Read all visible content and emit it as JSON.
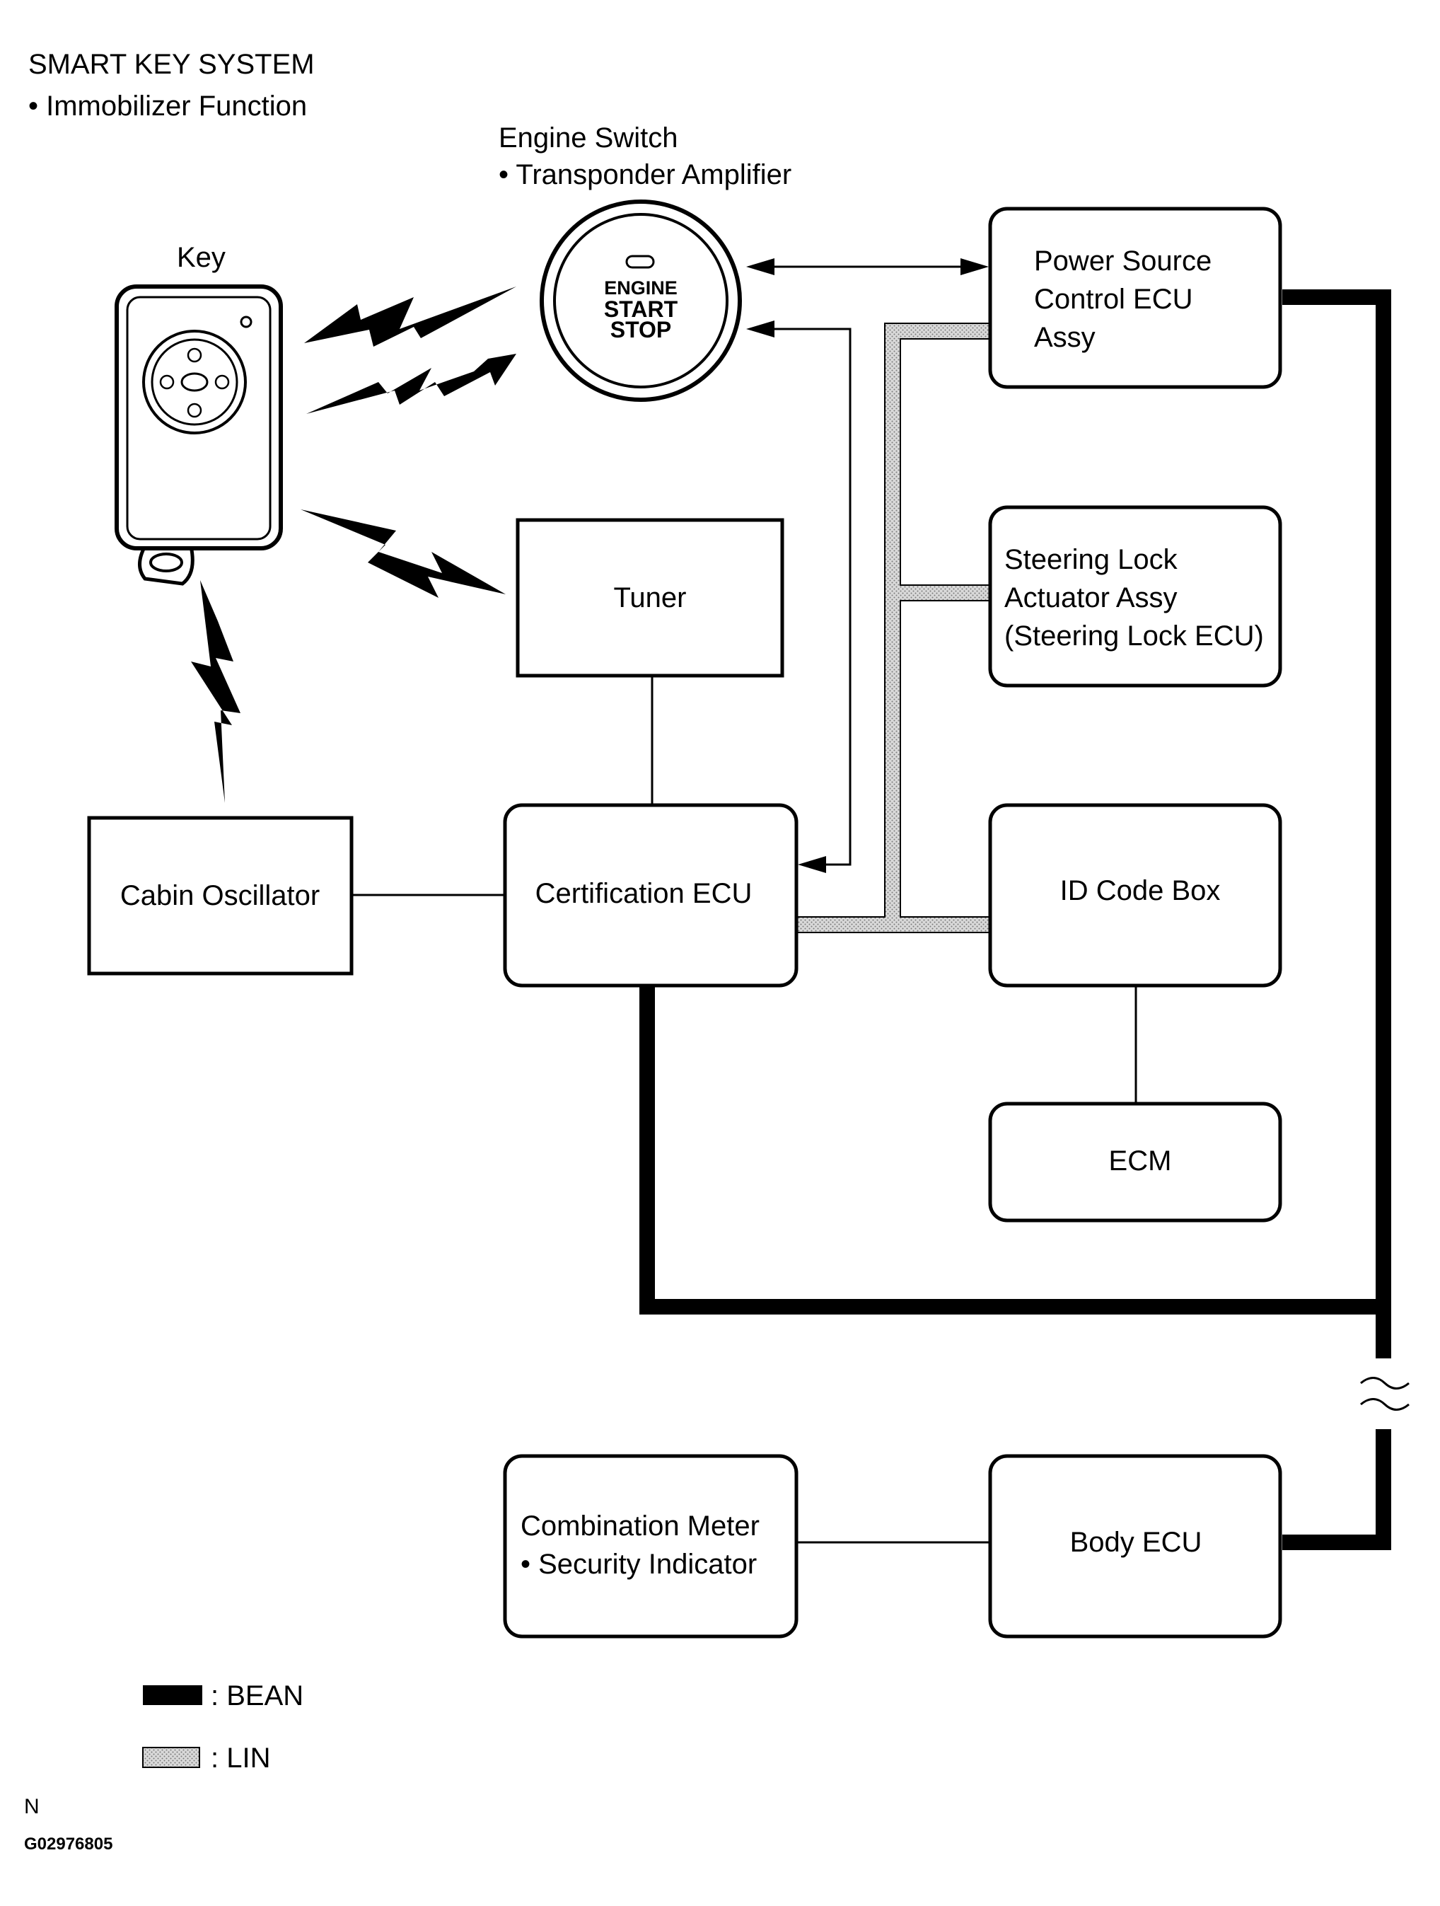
{
  "title": "SMART KEY SYSTEM",
  "subtitle": "• Immobilizer Function",
  "engine_switch": {
    "title": "Engine Switch",
    "subtitle": "• Transponder Amplifier",
    "button_lines": [
      "ENGINE",
      "START",
      "STOP"
    ]
  },
  "key": {
    "label": "Key"
  },
  "boxes": {
    "power_source": [
      "Power Source",
      "Control ECU",
      "Assy"
    ],
    "steering_lock": [
      "Steering Lock",
      "Actuator Assy",
      "(Steering Lock ECU)"
    ],
    "tuner": [
      "Tuner"
    ],
    "cabin_oscillator": [
      "Cabin Oscillator"
    ],
    "certification_ecu": [
      "Certification ECU"
    ],
    "id_code_box": [
      "ID Code Box"
    ],
    "ecm": [
      "ECM"
    ],
    "combination_meter": [
      "Combination Meter",
      "• Security Indicator"
    ],
    "body_ecu": [
      "Body ECU"
    ]
  },
  "legend": {
    "bean": ": BEAN",
    "lin": ":  LIN"
  },
  "footer": {
    "mark": "N",
    "code": "G02976805"
  },
  "colors": {
    "line": "#000000",
    "lin_fill": "#c8c8c8"
  }
}
